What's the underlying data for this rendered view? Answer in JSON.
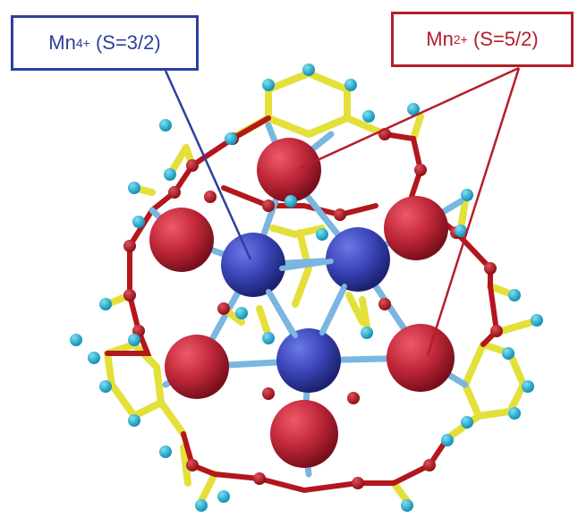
{
  "labels": {
    "mn4": {
      "element": "Mn",
      "charge": "4+",
      "spin": "(S=3/2)",
      "color": "#2e3f9e"
    },
    "mn2": {
      "element": "Mn",
      "charge": "2+",
      "spin": "(S=5/2)",
      "color": "#b41e2a"
    }
  },
  "colors": {
    "mn4_sphere": "#3a45b8",
    "mn2_sphere": "#c0283a",
    "carbon_bond": "#e4e03a",
    "oxygen_atom": "#b3161c",
    "bond_blue": "#7ab6e0",
    "hydrogen_atom": "#1fb4d8"
  }
}
